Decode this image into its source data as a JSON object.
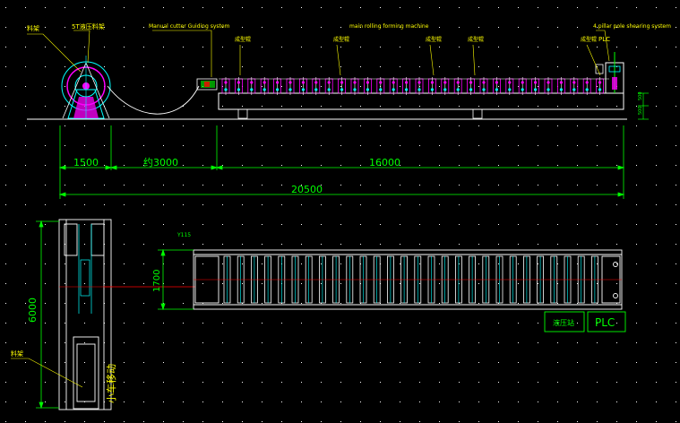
{
  "labels": {
    "top_left_cn": "料架",
    "decoiler_cn": "5T液压料架",
    "guide": "Manual cutter  Guiding system",
    "main_machine": "main rolling forming machine",
    "roller_cn": "成型辊",
    "shear": "4 pillar pole shearing system",
    "plc_top": "PLC",
    "side_left_cn": "料架",
    "cart_move_cn": "小车移动",
    "plan_code": "Y115",
    "hyd_station_cn": "液压站",
    "plc_box": "PLC"
  },
  "dimensions": {
    "d1500": "1500",
    "d3000": "约3000",
    "d16000": "16000",
    "d20500": "20500",
    "d6000": "6000",
    "d1700": "1700",
    "h_small_1": "500",
    "h_small_2": "500"
  },
  "colors": {
    "background": "#000000",
    "dim": "#00ff00",
    "text": "#ffff00",
    "structure": "#ffffff",
    "roller": "#ff00ff",
    "frame": "#ff0000",
    "decoiler": "#00ffff"
  }
}
